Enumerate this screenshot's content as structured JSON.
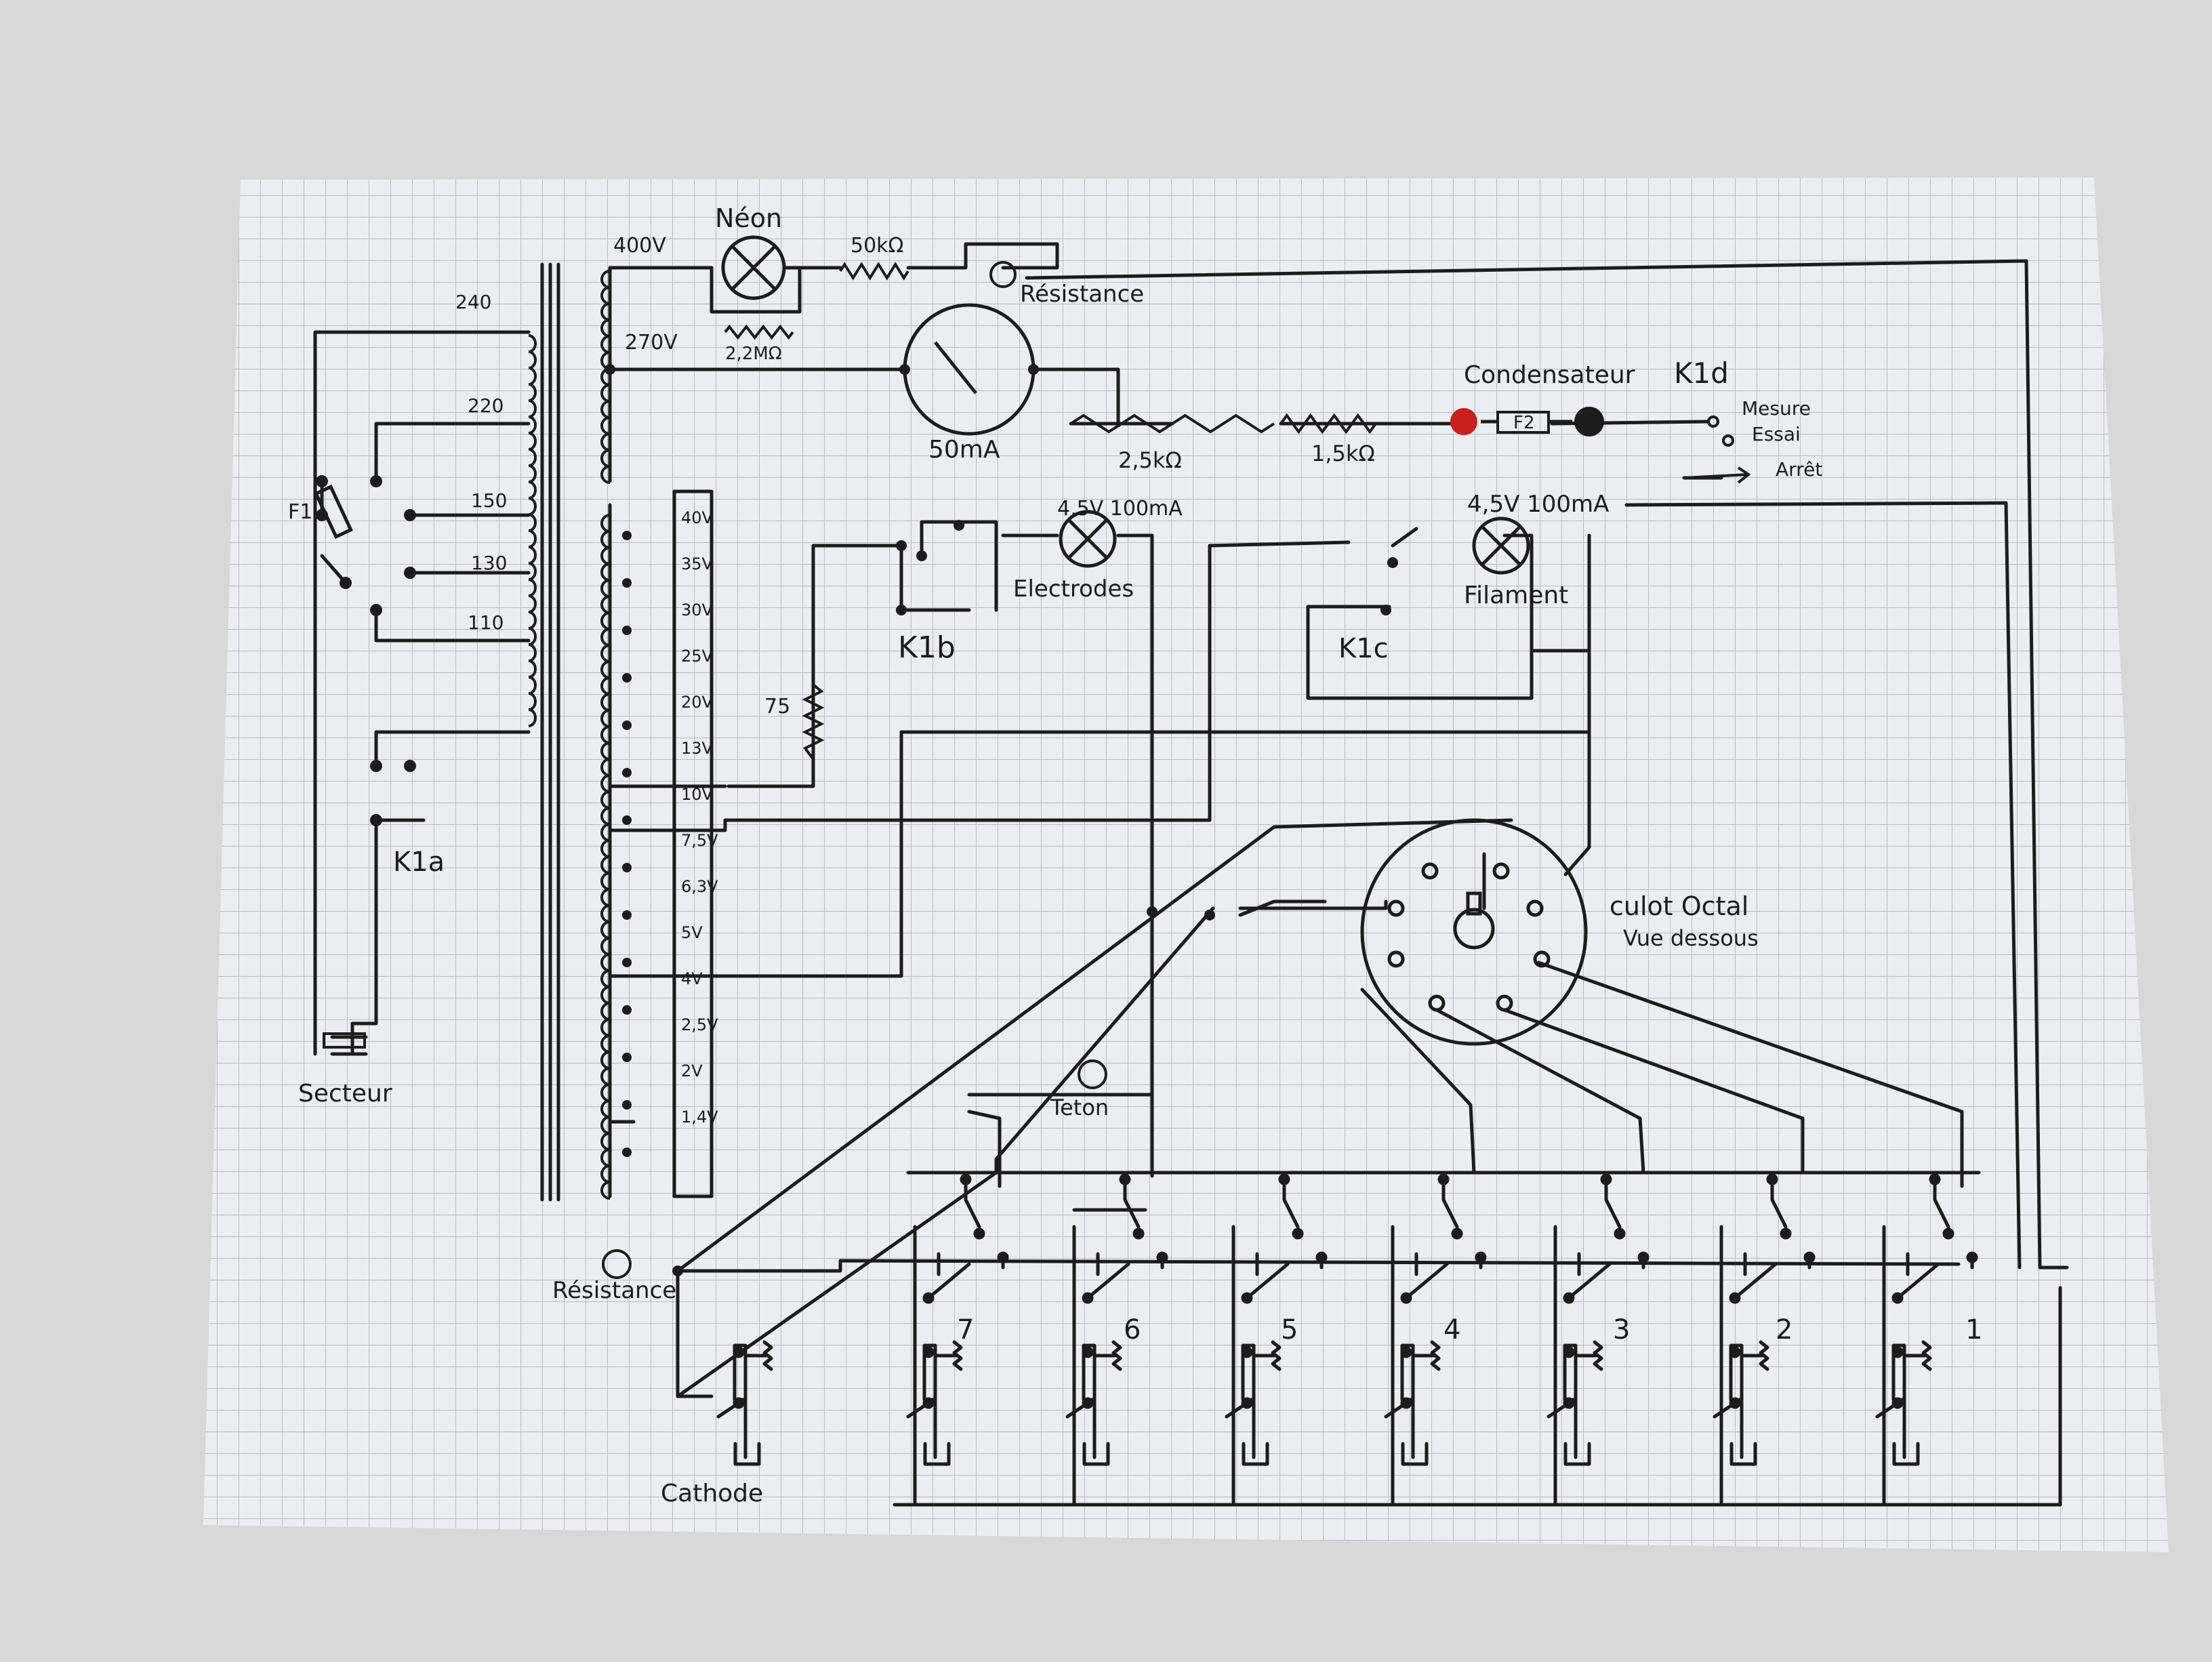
{
  "colors": {
    "ink": "#1c1c1c",
    "grid": "#b9bcc4",
    "paper": "#ecedf0",
    "background": "#d8d8d8",
    "red_terminal": "#c81f1f"
  },
  "labels": {
    "neon": "Néon",
    "v400": "400V",
    "v270": "270V",
    "r50k": "50kΩ",
    "resistance_top": "Résistance",
    "r2m2": "2,2MΩ",
    "meter": "50mA",
    "pot": "2,5kΩ",
    "r1k5": "1,5kΩ",
    "condensateur": "Condensateur",
    "k1d": "K1d",
    "mesure": "Mesure",
    "essai": "Essai",
    "arret": "Arrêt",
    "f2": "F2",
    "f1": "F1",
    "lamp_electrodes_rating": "4,5V 100mA",
    "electrodes": "Electrodes",
    "lamp_filament_rating": "4,5V 100mA",
    "filament": "Filament",
    "k1b": "K1b",
    "k1c": "K1c",
    "k1a": "K1a",
    "r75": "75",
    "secteur": "Secteur",
    "culot": "culot Octal",
    "vue": "Vue dessous",
    "teton": "Teton",
    "resistance_bottom": "Résistance",
    "cathode": "Cathode",
    "primary_taps": [
      "240",
      "220",
      "150",
      "130",
      "110"
    ],
    "secondary_taps": [
      "40V",
      "35V",
      "30V",
      "25V",
      "20V",
      "13V",
      "10V",
      "7,5V",
      "6,3V",
      "5V",
      "4V",
      "2,5V",
      "2V",
      "1,4V"
    ],
    "pin_numbers": [
      "7",
      "6",
      "5",
      "4",
      "3",
      "2",
      "1"
    ]
  }
}
